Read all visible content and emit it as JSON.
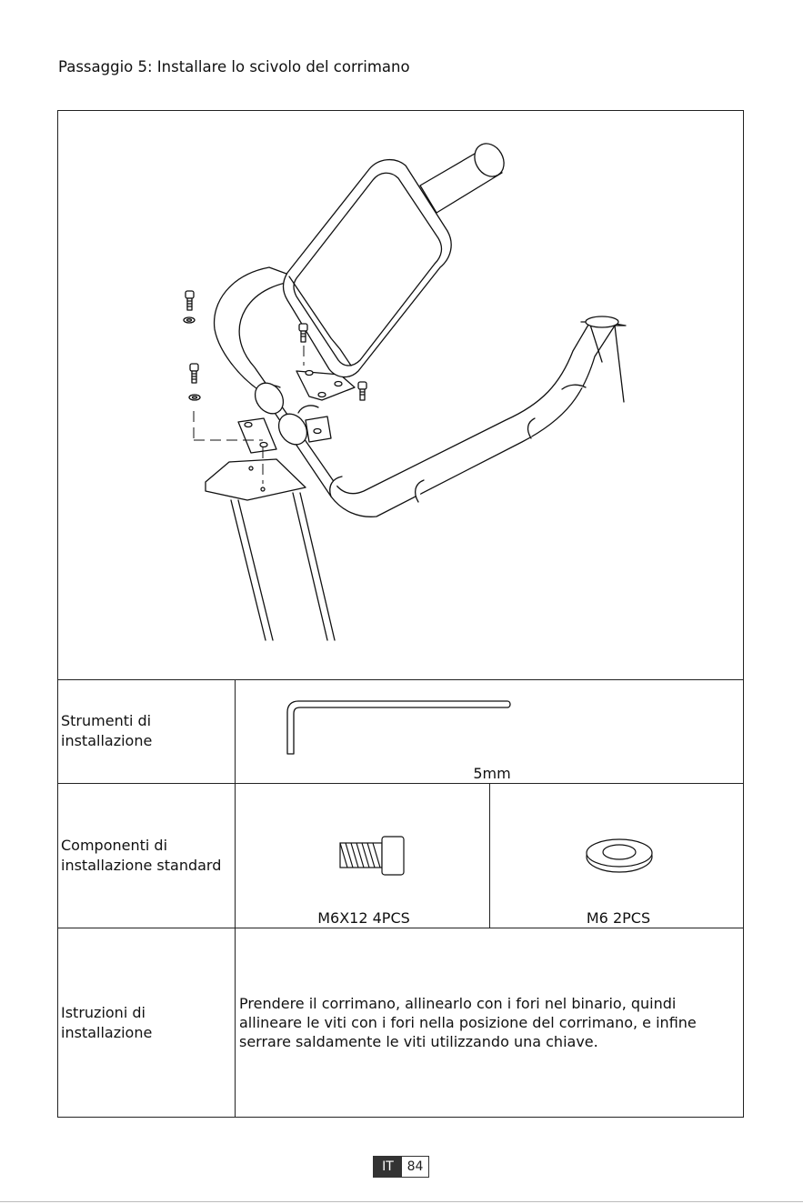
{
  "page": {
    "title": "Passaggio 5: Installare lo scivolo del corrimano"
  },
  "tools_row": {
    "label_line1": "Strumenti di",
    "label_line2": "installazione",
    "tool_size": "5mm",
    "tool_icon": "allen-key-icon"
  },
  "parts_row": {
    "label_line1": "Componenti di",
    "label_line2": "installazione standard",
    "parts": [
      {
        "caption": "M6X12  4PCS",
        "icon": "bolt-icon"
      },
      {
        "caption": "M6  2PCS",
        "icon": "washer-icon"
      }
    ]
  },
  "instructions_row": {
    "label_line1": "Istruzioni di",
    "label_line2": "installazione",
    "lines": [
      "Prendere il corrimano, allinearlo con i fori nel binario, quindi",
      "allineare le viti con i fori nella posizione del corrimano, e infine",
      "serrare saldamente le viti utilizzando una chiave."
    ]
  },
  "footer": {
    "lang": "IT",
    "page_number": "84"
  }
}
